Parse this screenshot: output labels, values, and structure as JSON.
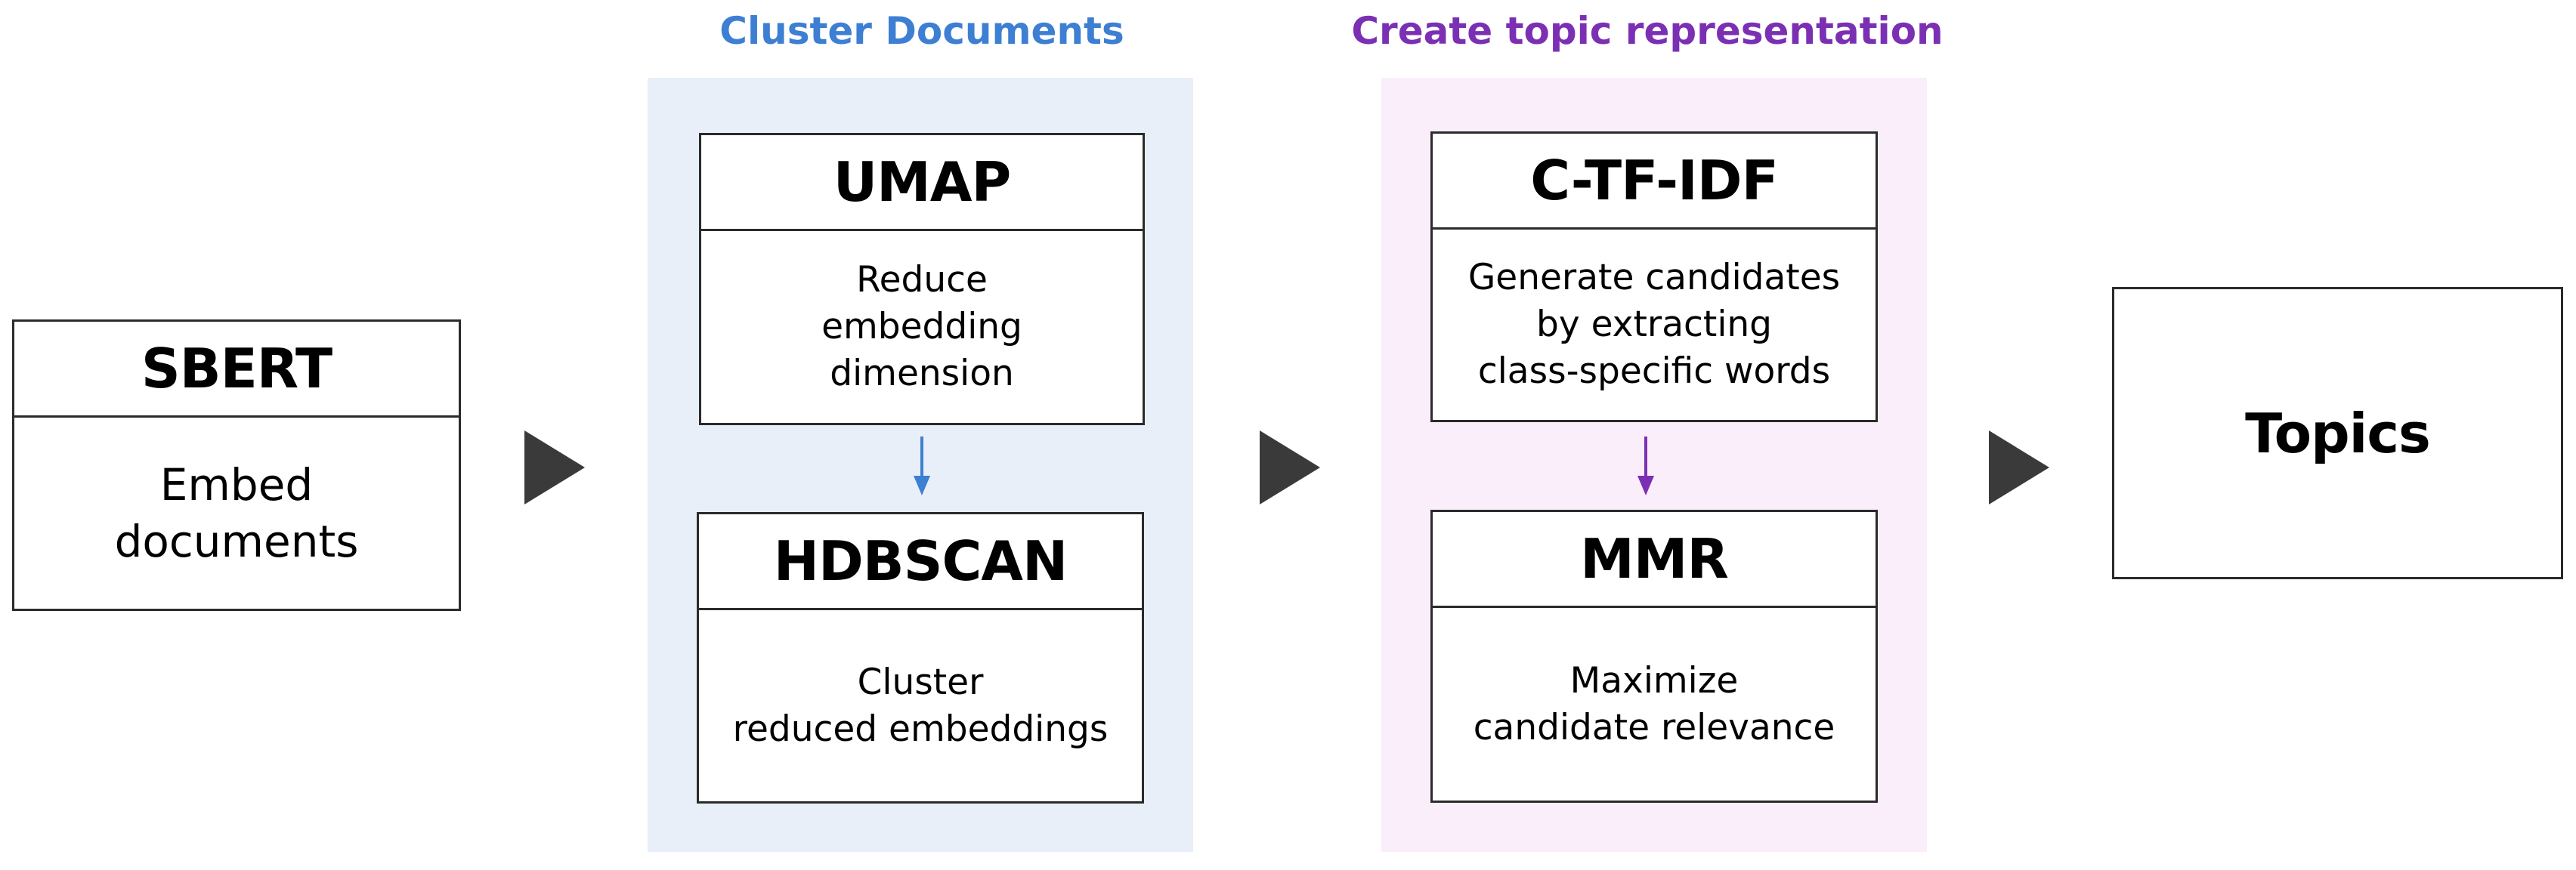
{
  "sections": {
    "cluster": {
      "title": "Cluster Documents",
      "color": "#3d7fd2",
      "panel_color": "#e8eff9"
    },
    "topic": {
      "title": "Create topic representation",
      "color": "#7b30b3",
      "panel_color": "#fbeefb"
    }
  },
  "boxes": {
    "sbert": {
      "title": "SBERT",
      "description": "Embed\ndocuments"
    },
    "umap": {
      "title": "UMAP",
      "description": "Reduce\nembedding\ndimension"
    },
    "hdbscan": {
      "title": "HDBSCAN",
      "description": "Cluster\nreduced embeddings"
    },
    "ctfidf": {
      "title": "C-TF-IDF",
      "description": "Generate candidates\nby extracting\nclass-specific words"
    },
    "mmr": {
      "title": "MMR",
      "description": "Maximize\ncandidate relevance"
    },
    "topics": {
      "title": "Topics"
    }
  },
  "arrows": {
    "flow_color": "#3a3a3a",
    "cluster_arrow_color": "#3d7fd2",
    "topic_arrow_color": "#7b30b3"
  }
}
